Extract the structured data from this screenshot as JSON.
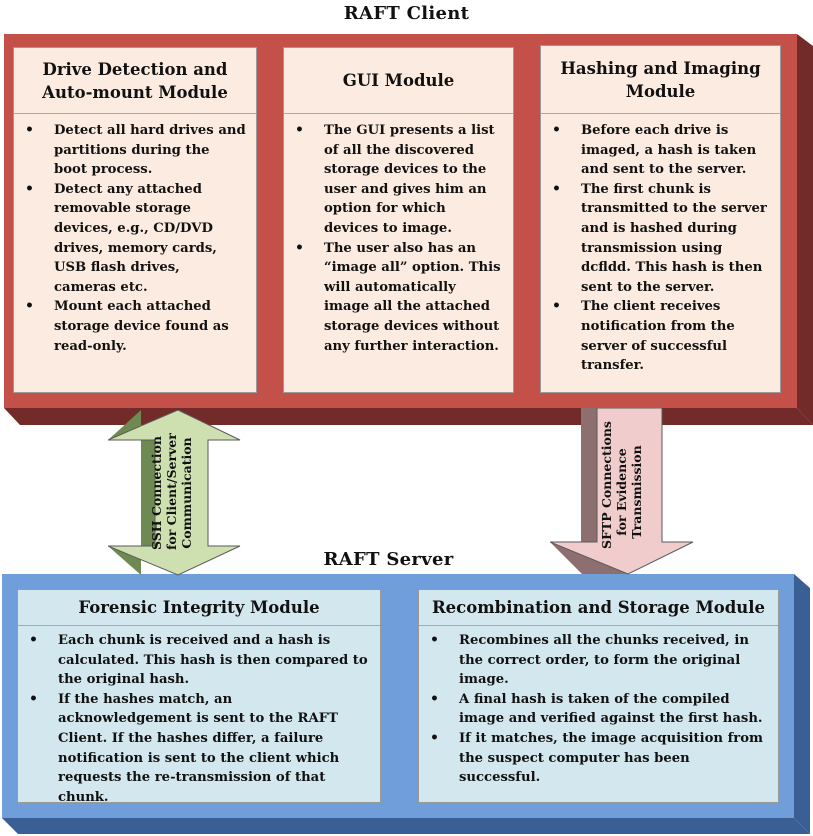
{
  "client": {
    "title": "RAFT Client",
    "colors": {
      "front": "#c4504a",
      "top": "#e08a80",
      "side": "#722b28",
      "panel": "#fcebe0"
    },
    "modules": [
      {
        "title_lines": [
          "Drive Detection and",
          "Auto-mount Module"
        ],
        "bullets": [
          "Detect all hard drives and partitions during the boot process.",
          "Detect any attached removable storage devices, e.g., CD/DVD drives, memory cards, USB flash drives, cameras etc.",
          "Mount each attached storage device found as read-only."
        ]
      },
      {
        "title_lines": [
          "GUI Module"
        ],
        "bullets": [
          "The GUI presents a list of all the discovered storage devices to the user and gives him an option for which devices to image.",
          "The user also has an “image all” option. This will automatically image all the attached storage devices without any further interaction."
        ]
      },
      {
        "title_lines": [
          "Hashing and Imaging",
          "Module"
        ],
        "bullets": [
          "Before each drive is imaged, a hash is taken and sent to the server.",
          "The first chunk is transmitted to the server and is hashed during transmission using dcfldd. This hash is then sent to the server.",
          "The client receives notification from the server of successful transfer."
        ]
      }
    ]
  },
  "server": {
    "title": "RAFT Server",
    "colors": {
      "front": "#6f9edb",
      "top": "#a9c6ee",
      "side": "#3a5f94",
      "panel": "#d3e8ee"
    },
    "modules": [
      {
        "title_lines": [
          "Forensic Integrity Module"
        ],
        "bullets": [
          "Each chunk is received and a hash is calculated. This hash is then compared to the original hash.",
          "If the hashes match, an acknowledgement is sent to the RAFT Client. If the hashes differ, a failure notification is sent to the client which requests the re-transmission of that chunk."
        ]
      },
      {
        "title_lines": [
          "Recombination and Storage Module"
        ],
        "bullets": [
          "Recombines all the chunks received, in the correct order, to form the original image.",
          "A final hash is taken of the compiled image and verified against the first hash.",
          "If it matches, the image acquisition from the suspect computer has been successful."
        ]
      }
    ]
  },
  "arrows": {
    "ssh": {
      "label_lines": [
        "SSH Connection",
        "for Client/Server",
        "Communication"
      ],
      "colors": {
        "face": "#cfe0b0",
        "side": "#6e8a52"
      }
    },
    "sftp": {
      "label_lines": [
        "SFTP Connections",
        "for Evidence",
        "Transmission"
      ],
      "colors": {
        "face": "#f0cccc",
        "side": "#8e6f6f"
      }
    }
  }
}
